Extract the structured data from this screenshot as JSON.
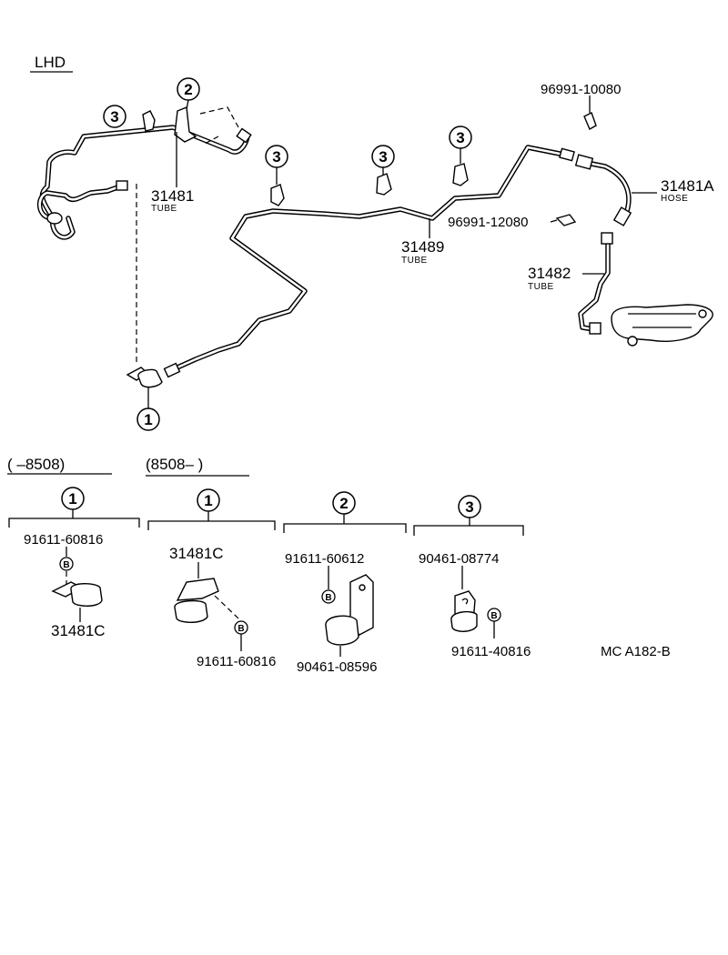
{
  "header": {
    "variant": "LHD"
  },
  "callouts": {
    "c1": "1",
    "c2": "2",
    "c3": "3",
    "bolt": "B"
  },
  "labels": {
    "tube_31481": "31481",
    "tube_31481_sub": "TUBE",
    "tube_31489": "31489",
    "tube_31489_sub": "TUBE",
    "hose_31481A": "31481A",
    "hose_31481A_sub": "HOSE",
    "tube_31482": "31482",
    "tube_31482_sub": "TUBE",
    "clip_96991_10080": "96991-10080",
    "clip_96991_12080": "96991-12080"
  },
  "details": {
    "group1a": {
      "range": "(      –8508)",
      "bolt": "91611-60816",
      "part": "31481C"
    },
    "group1b": {
      "range": "(8508–        )",
      "part": "31481C",
      "bolt": "91611-60816"
    },
    "group2": {
      "bolt": "91611-60612",
      "clamp": "90461-08596"
    },
    "group3": {
      "clamp": "90461-08774",
      "bolt": "91611-40816"
    }
  },
  "footer": {
    "code": "MC  A182-B"
  }
}
